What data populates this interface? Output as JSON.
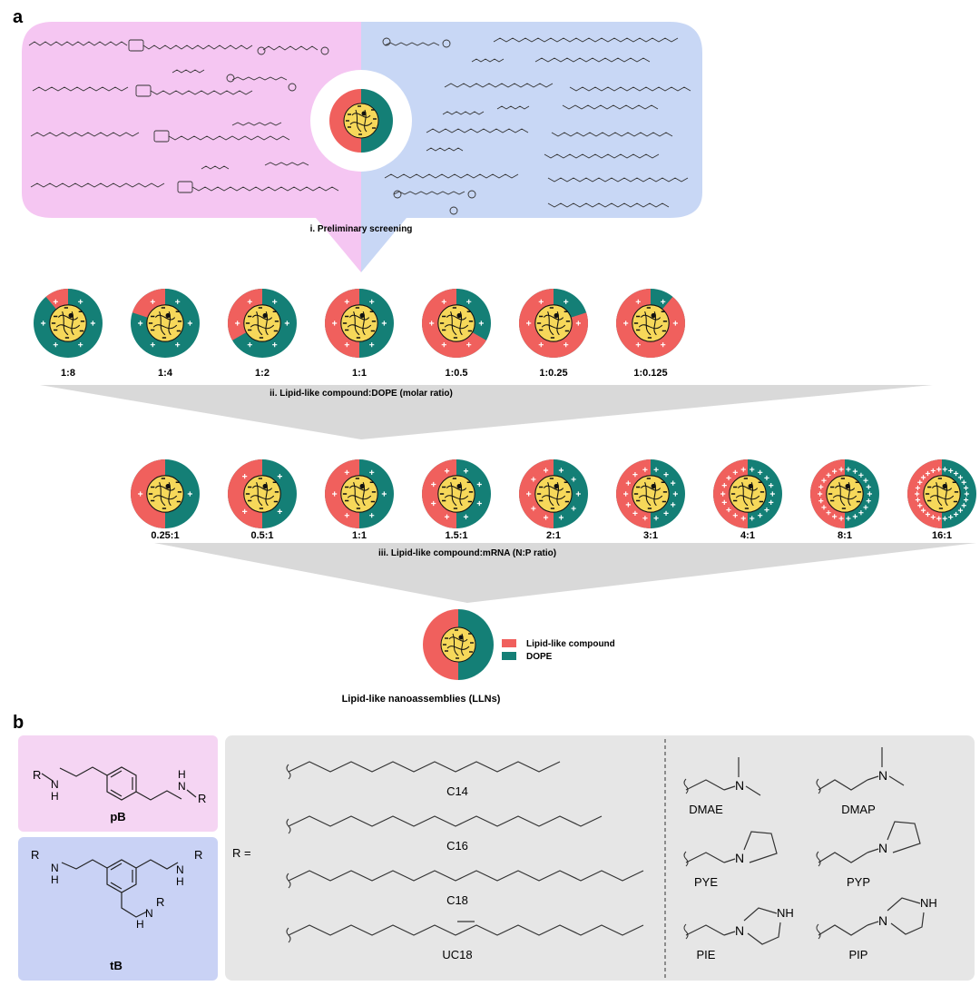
{
  "panel_a": {
    "label": "a",
    "screening": {
      "caption": "i. Preliminary screening",
      "colors": {
        "pB_bg": "#f5c6f2",
        "tB_bg": "#c8d7f5"
      }
    },
    "molar_ratio": {
      "caption": "ii. Lipid-like compound:DOPE (molar ratio)",
      "items": [
        {
          "label": "1:8",
          "lipid_fraction": 0.111
        },
        {
          "label": "1:4",
          "lipid_fraction": 0.2
        },
        {
          "label": "1:2",
          "lipid_fraction": 0.333
        },
        {
          "label": "1:1",
          "lipid_fraction": 0.5
        },
        {
          "label": "1:0.5",
          "lipid_fraction": 0.667
        },
        {
          "label": "1:0.25",
          "lipid_fraction": 0.8
        },
        {
          "label": "1:0.125",
          "lipid_fraction": 0.889
        }
      ]
    },
    "np_ratio": {
      "caption": "iii. Lipid-like compound:mRNA (N:P ratio)",
      "items": [
        {
          "label": "0.25:1",
          "charges": 1
        },
        {
          "label": "0.5:1",
          "charges": 2
        },
        {
          "label": "1:1",
          "charges": 3
        },
        {
          "label": "1.5:1",
          "charges": 4
        },
        {
          "label": "2:1",
          "charges": 5
        },
        {
          "label": "3:1",
          "charges": 7
        },
        {
          "label": "4:1",
          "charges": 9
        },
        {
          "label": "8:1",
          "charges": 11
        },
        {
          "label": "16:1",
          "charges": 13
        }
      ]
    },
    "legend": {
      "lipid_label": "Lipid-like compound",
      "dope_label": "DOPE"
    },
    "final_caption": "Lipid-like nanoassemblies (LLNs)",
    "colors": {
      "lipid": "#f0605d",
      "dope": "#147f76",
      "core": "#f6d85a",
      "funnel": "#d9d9d9"
    }
  },
  "panel_b": {
    "label": "b",
    "scaffolds": [
      {
        "name": "pB",
        "bg": "#f5d5f3"
      },
      {
        "name": "tB",
        "bg": "#c9d2f5"
      }
    ],
    "r_equals": "R =",
    "r_bg": "#e6e6e6",
    "tails": [
      "C14",
      "C16",
      "C18",
      "UC18"
    ],
    "heads": [
      "DMAE",
      "DMAP",
      "PYE",
      "PYP",
      "PIE",
      "PIP"
    ],
    "atoms": {
      "R": "R",
      "N": "N",
      "H": "H",
      "NH": "NH"
    }
  }
}
